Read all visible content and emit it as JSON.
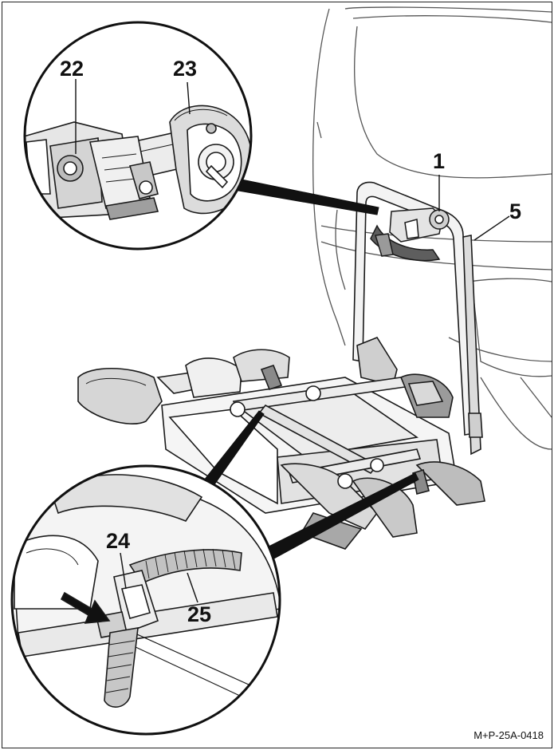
{
  "callouts": {
    "c22": "22",
    "c23": "23",
    "c1": "1",
    "c5": "5",
    "c24": "24",
    "c25": "25"
  },
  "reference_code": "M+P-25A-0418",
  "colors": {
    "line": "#1a1a1a",
    "shade_light": "#e9e9e9",
    "shade_mid": "#b9b9b9",
    "shade_dark": "#6e6e6e",
    "background": "#ffffff"
  }
}
